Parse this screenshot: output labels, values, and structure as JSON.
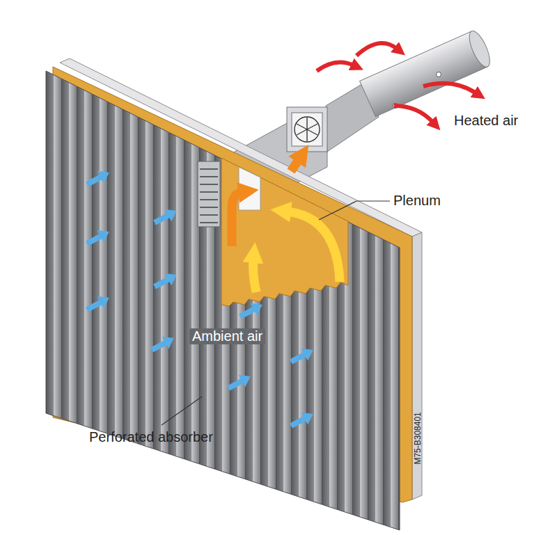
{
  "diagram": {
    "labels": [
      "Heated air",
      "Plenum",
      "Ambient air",
      "Perforated absorber",
      "M75-B308401"
    ]
  }
}
